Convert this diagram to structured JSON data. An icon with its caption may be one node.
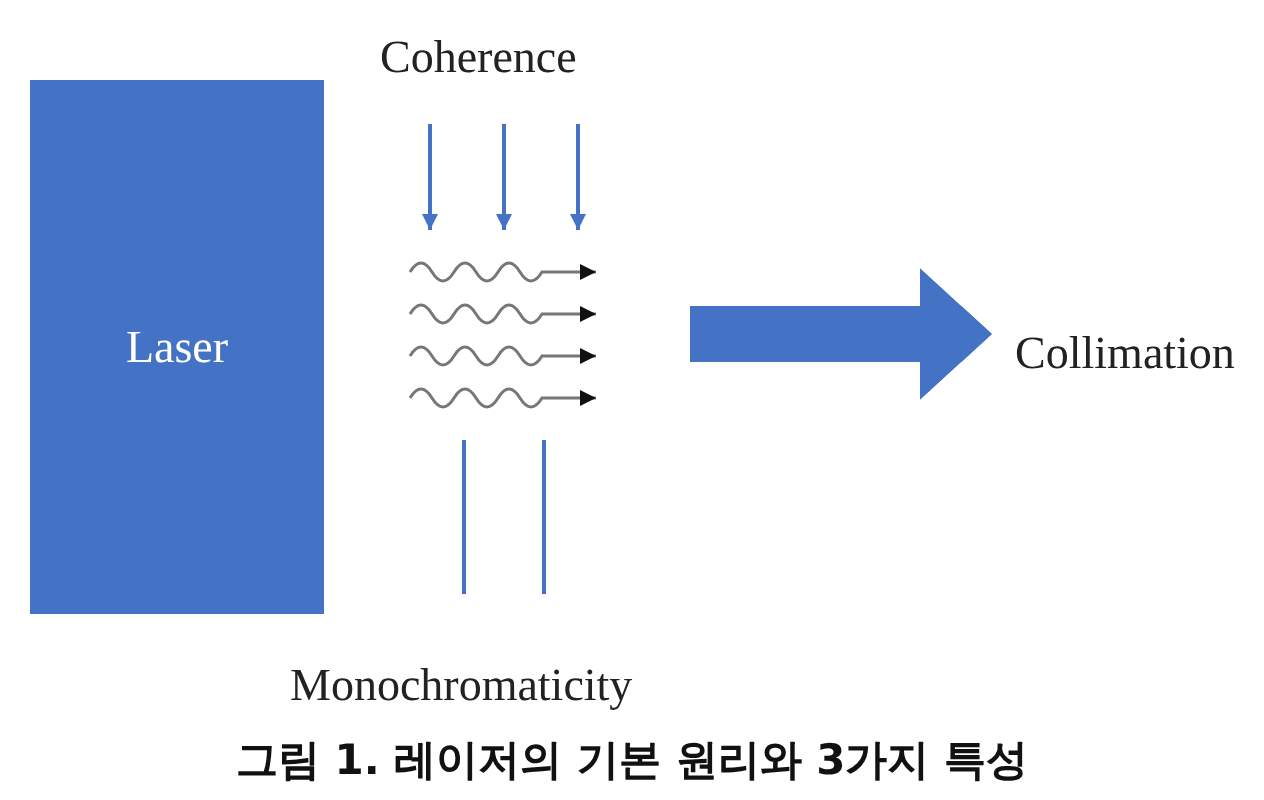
{
  "diagram": {
    "caption": "그림 1. 레이저의 기본 원리와 3가지 특성",
    "nodes": [
      {
        "text": [
          "Laser"
        ]
      },
      {
        "text": [
          "Collimation"
        ]
      }
    ],
    "edges": [
      {
        "from": null,
        "to": 1,
        "arrow": "to"
      }
    ],
    "labels": [
      "Coherence",
      "Monochromaticity"
    ]
  }
}
